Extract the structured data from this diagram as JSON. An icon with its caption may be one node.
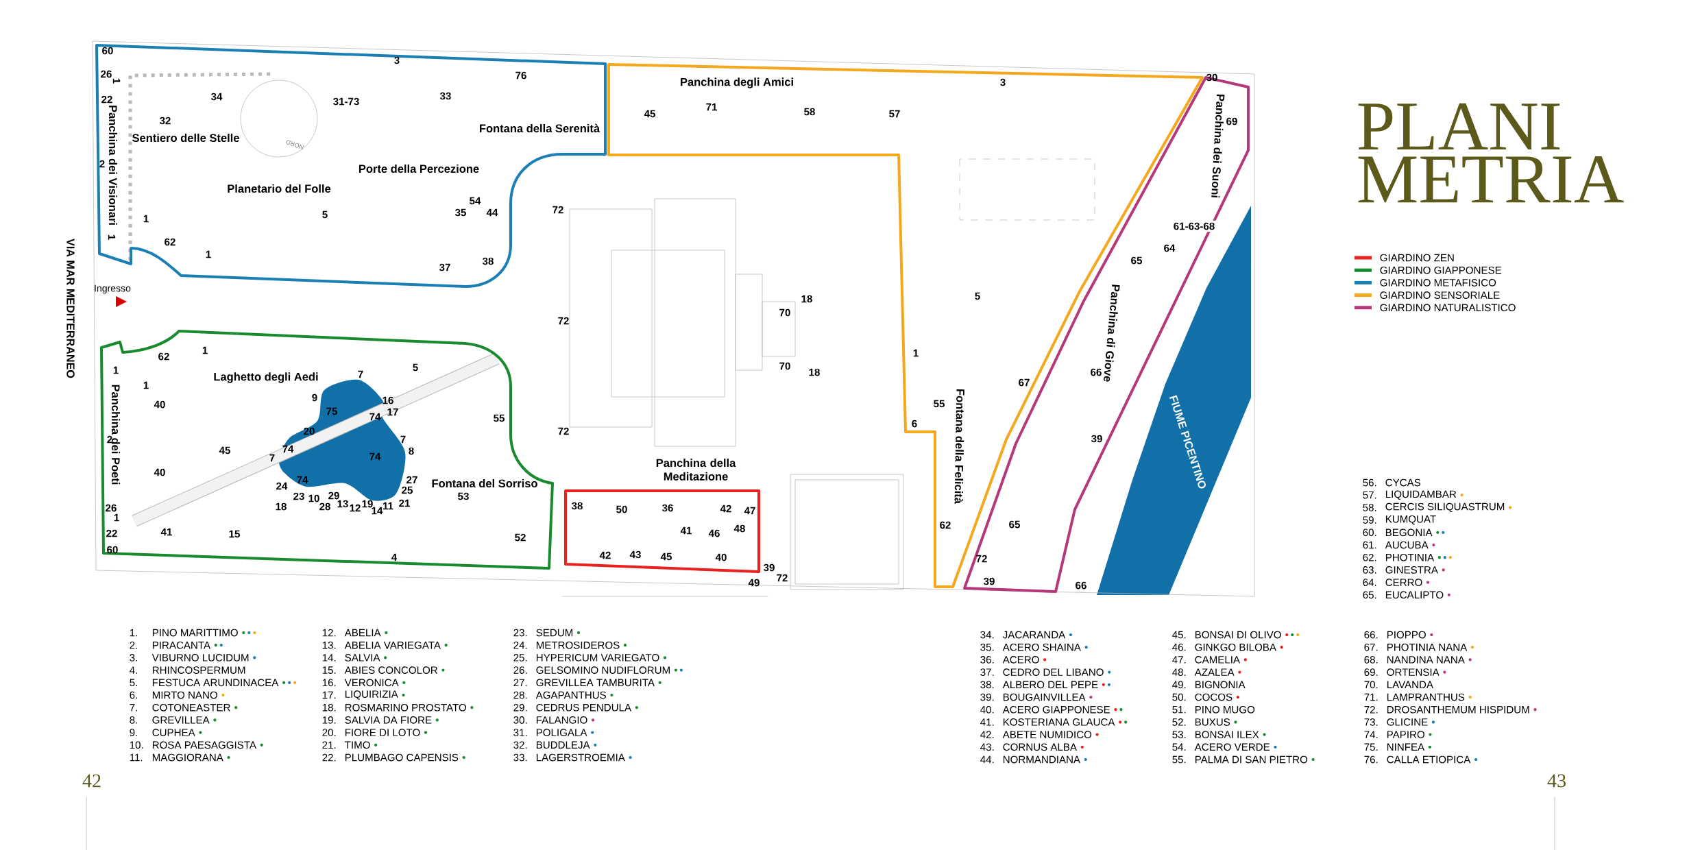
{
  "diagram": {
    "title": "PLANI METRIA",
    "labels": [
      "60",
      "26",
      "1",
      "22",
      "3",
      "76",
      "34",
      "31-73",
      "33",
      "32",
      "Sentiero delle Stelle",
      "NORD",
      "Fontana della Serenità",
      "Panchina dei Visionari",
      "2",
      "Porte della Percezione",
      "Planetario del Folle",
      "54",
      "35",
      "44",
      "72",
      "1",
      "5",
      "1",
      "62",
      "1",
      "37",
      "38",
      "Ingresso",
      "VIA MAR MEDITERRANEO",
      "72",
      "Panchina degli Amici",
      "3",
      "30",
      "45",
      "71",
      "58",
      "57",
      "69",
      "Panchina dei Suoni",
      "61-63-68",
      "64",
      "65",
      "18",
      "5",
      "70",
      "Panchina di Giove",
      "1",
      "70",
      "18",
      "66",
      "67",
      "55",
      "6",
      "FIUME PICENTINO",
      "39",
      "Fontana della Felicità",
      "1",
      "62",
      "1",
      "5",
      "7",
      "Laghetto degli Aedi",
      "1",
      "9",
      "16",
      "40",
      "75",
      "17",
      "74",
      "55",
      "20",
      "72",
      "Panchina dei Poeti",
      "2",
      "45",
      "7",
      "74",
      "74",
      "7",
      "8",
      "40",
      "24",
      "74",
      "25",
      "27",
      "Fontana del Sorriso",
      "Panchina della Meditazione",
      "26",
      "18",
      "23",
      "10",
      "28",
      "29",
      "13",
      "12",
      "19",
      "14",
      "11",
      "21",
      "53",
      "1",
      "22",
      "41",
      "15",
      "52",
      "60",
      "4",
      "38",
      "50",
      "36",
      "42",
      "47",
      "41",
      "46",
      "48",
      "62",
      "65",
      "42",
      "43",
      "45",
      "40",
      "72",
      "39",
      "72",
      "49",
      "66",
      "39",
      "1.",
      "PINO MARITTIMO",
      "2.",
      "PIRACANTA",
      "3.",
      "VIBURNO LUCIDUM",
      "4.",
      "RHINCOSPERMUM",
      "5.",
      "FESTUCA ARUNDINACEA",
      "6.",
      "MIRTO NANO",
      "7.",
      "COTONEASTER",
      "8.",
      "GREVILLEA",
      "9.",
      "CUPHEA",
      "10.",
      "ROSA PAESAGGISTA",
      "11.",
      "MAGGIORANA",
      "12.",
      "ABELIA",
      "13.",
      "ABELIA VARIEGATA",
      "14.",
      "SALVIA",
      "15.",
      "ABIES CONCOLOR",
      "16.",
      "VERONICA",
      "17.",
      "LIQUIRIZIA",
      "18.",
      "ROSMARINO PROSTATO",
      "19.",
      "SALVIA DA FIORE",
      "20.",
      "FIORE DI LOTO",
      "21.",
      "TIMO",
      "22.",
      "PLUMBAGO CAPENSIS",
      "23.",
      "SEDUM",
      "24.",
      "METROSIDEROS",
      "25.",
      "HYPERICUM VARIEGATO",
      "26.",
      "GELSOMINO NUDIFLORUM",
      "27.",
      "GREVILLEA TAMBURITA",
      "28.",
      "AGAPANTHUS",
      "29.",
      "CEDRUS PENDULA",
      "30.",
      "FALANGIO",
      "31.",
      "POLIGALA",
      "32.",
      "BUDDLEJA",
      "33.",
      "LAGERSTROEMIA",
      "34.",
      "JACARANDA",
      "35.",
      "ACERO SHAINA",
      "36.",
      "ACERO",
      "37.",
      "CEDRO DEL LIBANO",
      "38.",
      "ALBERO DEL PEPE",
      "39.",
      "BOUGAINVILLEA",
      "40.",
      "ACERO GIAPPONESE",
      "41.",
      "KOSTERIANA GLAUCA",
      "42.",
      "ABETE NUMIDICO",
      "43.",
      "CORNUS ALBA",
      "44.",
      "NORMANDIANA",
      "45.",
      "BONSAI DI OLIVO",
      "46.",
      "GINKGO BILOBA",
      "47.",
      "CAMELIA",
      "48.",
      "AZALEA",
      "49.",
      "BIGNONIA",
      "50.",
      "COCOS",
      "51.",
      "PINO MUGO",
      "52.",
      "BUXUS",
      "53.",
      "BONSAI ILEX",
      "54.",
      "ACERO VERDE",
      "55.",
      "PALMA DI SAN PIETRO",
      "56.",
      "CYCAS",
      "57.",
      "LIQUIDAMBAR",
      "58.",
      "CERCIS SILIQUASTRUM",
      "59.",
      "KUMQUAT",
      "60.",
      "BEGONIA",
      "61.",
      "AUCUBA",
      "62.",
      "PHOTINIA",
      "63.",
      "GINESTRA",
      "64.",
      "CERRO",
      "65.",
      "EUCALIPTO",
      "66.",
      "PIOPPO",
      "67.",
      "PHOTINIA NANA",
      "68.",
      "NANDINA NANA",
      "69.",
      "ORTENSIA",
      "70.",
      "LAVANDA",
      "71.",
      "LAMPRANTHUS",
      "72.",
      "DROSANTHEMUM HISPIDUM",
      "73.",
      "GLICINE",
      "74.",
      "PAPIRO",
      "75.",
      "NINFEA",
      "76.",
      "CALLA ETIOPICA",
      "42",
      "43"
    ],
    "legend": [
      {
        "text": "GIARDINO ZEN",
        "color": "#e8231f"
      },
      {
        "text": "GIARDINO GIAPPONESE",
        "color": "#1a8a2e"
      },
      {
        "text": "GIARDINO METAFISICO",
        "color": "#1b7fb5"
      },
      {
        "text": "GIARDINO SENSORIALE",
        "color": "#f4a81d"
      },
      {
        "text": "GIARDINO NATURALISTICO",
        "color": "#b5387a"
      }
    ]
  }
}
